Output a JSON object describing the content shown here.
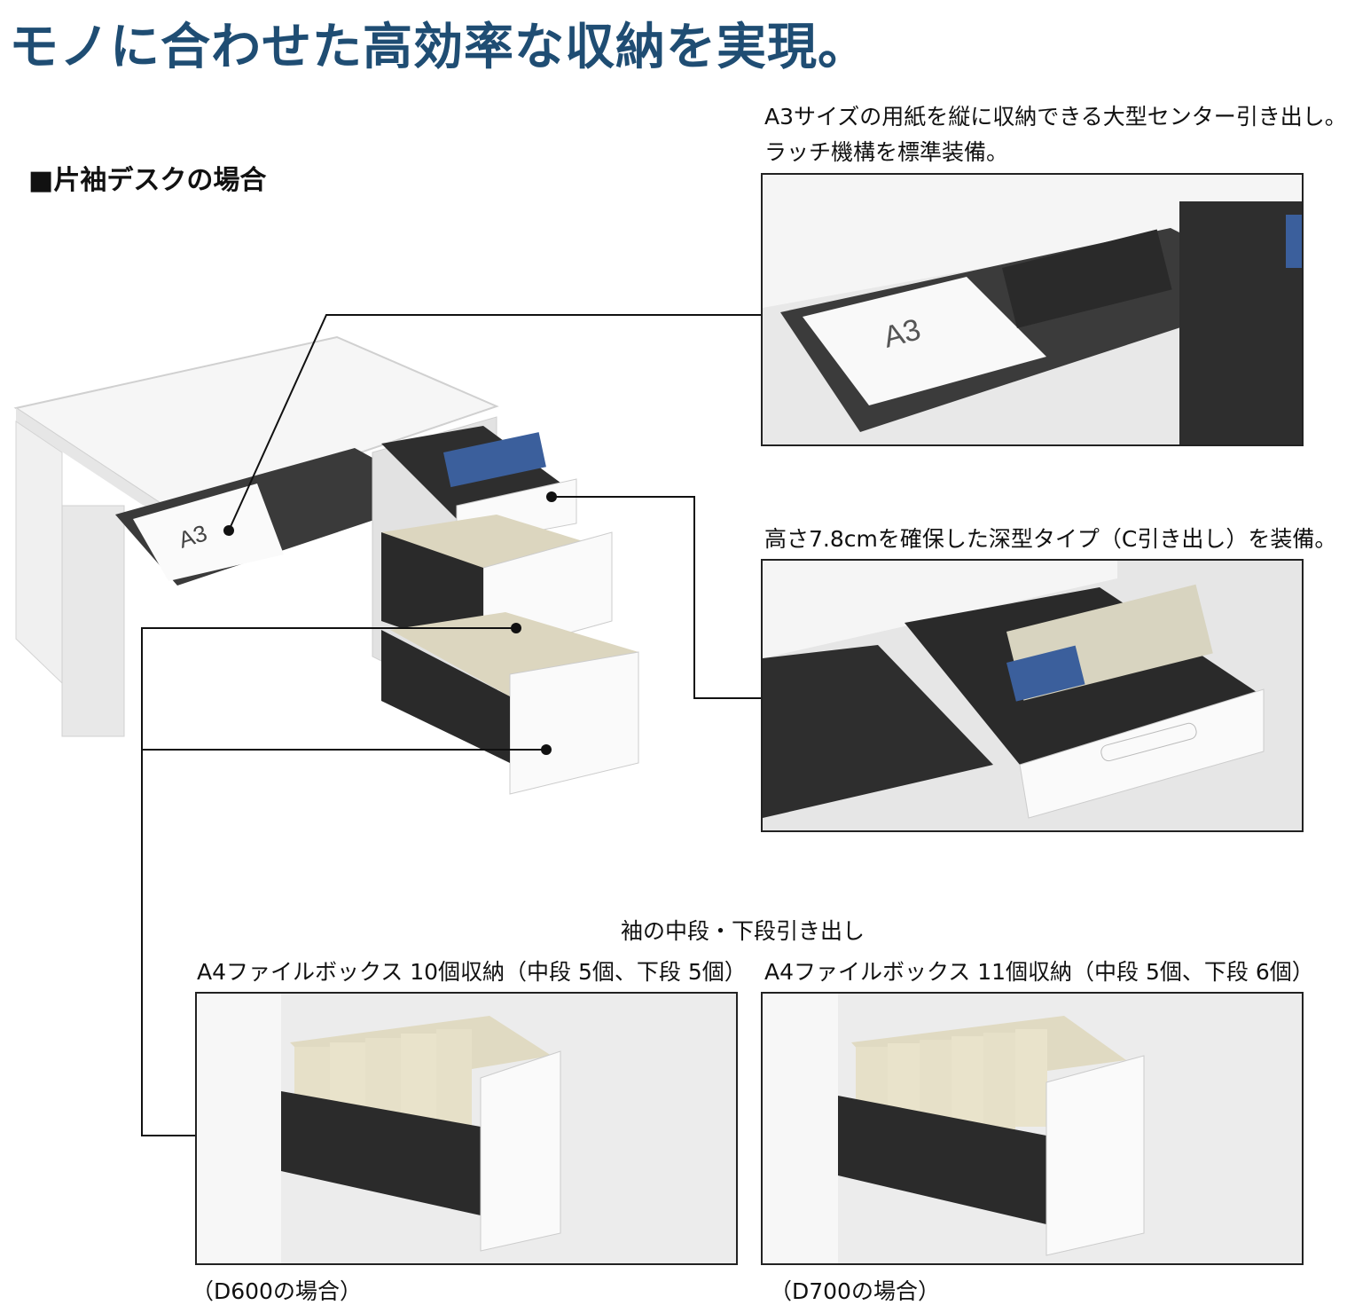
{
  "headline": "モノに合わせた高効率な収納を実現。",
  "section_label": "■片袖デスクの場合",
  "callouts": {
    "center_drawer": {
      "caption_line1": "A3サイズの用紙を縦に収納できる大型センター引き出し。",
      "caption_line2": "ラッチ機構を標準装備。"
    },
    "deep_drawer": {
      "caption": "高さ7.8cmを確保した深型タイプ（C引き出し）を装備。"
    },
    "side_drawers": {
      "heading": "袖の中段・下段引き出し",
      "left_caption": "A4ファイルボックス 10個収納（中段 5個、下段 5個）",
      "left_note": "（D600の場合）",
      "right_caption": "A4ファイルボックス 11個収納（中段 5個、下段 6個）",
      "right_note": "（D700の場合）"
    }
  },
  "desk_image": {
    "paper_label": "A3"
  },
  "colors": {
    "headline": "#1f4d73",
    "frame": "#222222",
    "drawer_dark": "#3a3a3a",
    "desk_white": "#f4f4f4",
    "file_box": "#e6e0c8",
    "file_blue": "#2f5a9a"
  }
}
